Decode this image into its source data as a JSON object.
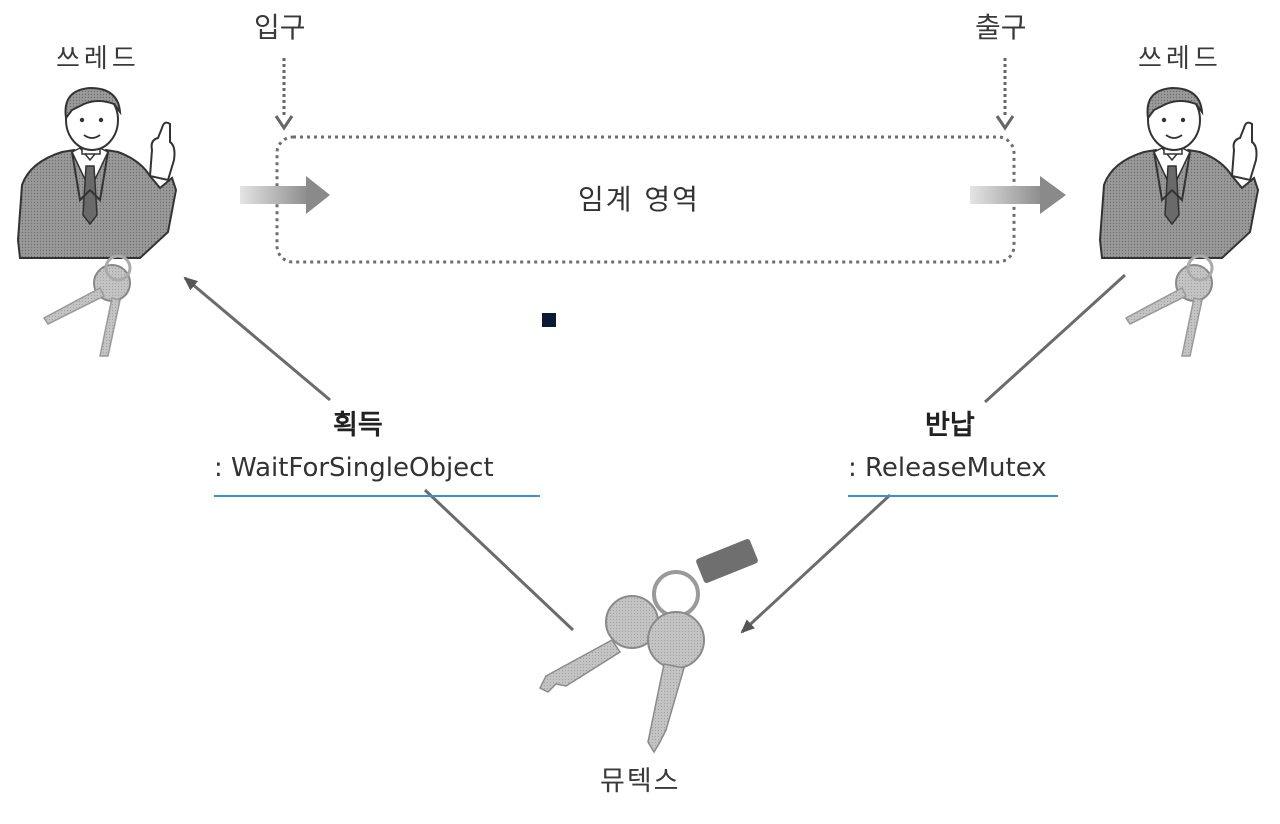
{
  "thread_left": {
    "label": "쓰레드"
  },
  "thread_right": {
    "label": "쓰레드"
  },
  "entry": {
    "label": "입구"
  },
  "exit": {
    "label": "출구"
  },
  "critical_section": {
    "label": "임계 영역"
  },
  "acquire": {
    "title": "획득",
    "function": ": WaitForSingleObject"
  },
  "release": {
    "title": "반납",
    "function": ": ReleaseMutex"
  },
  "mutex": {
    "label": "뮤텍스"
  },
  "colors": {
    "underline": "#3d8fd0",
    "arrow": "#6b6b6b",
    "flow_arrow": "#8a8a8a",
    "marker": "#0b1a33"
  }
}
